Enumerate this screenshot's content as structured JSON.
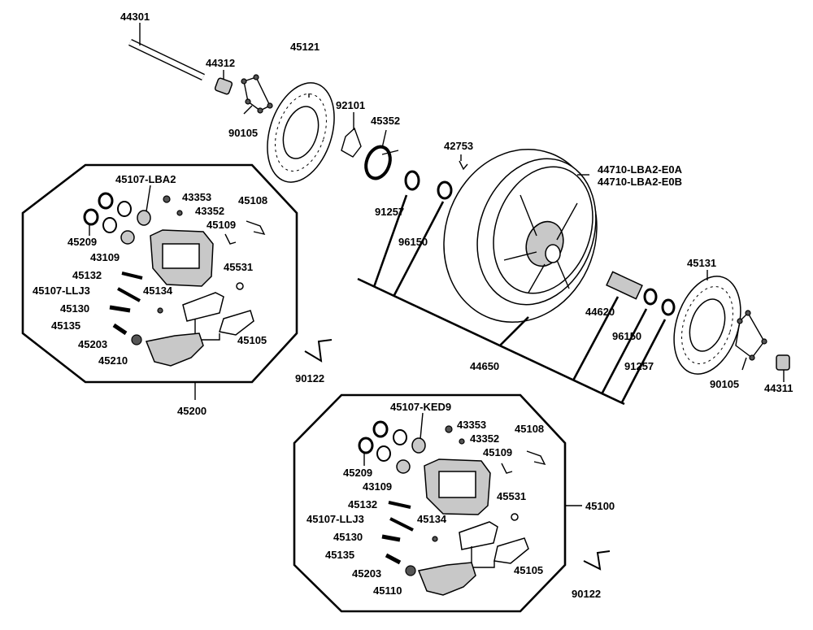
{
  "labels": [
    {
      "id": "44301",
      "text": "44301"
    },
    {
      "id": "44312",
      "text": "44312"
    },
    {
      "id": "45121",
      "text": "45121"
    },
    {
      "id": "90105a",
      "text": "90105"
    },
    {
      "id": "92101",
      "text": "92101"
    },
    {
      "id": "45352",
      "text": "45352"
    },
    {
      "id": "42753",
      "text": "42753"
    },
    {
      "id": "44710a",
      "text": "44710-LBA2-E0A"
    },
    {
      "id": "44710b",
      "text": "44710-LBA2-E0B"
    },
    {
      "id": "91257a",
      "text": "91257"
    },
    {
      "id": "96150a",
      "text": "96150"
    },
    {
      "id": "45131",
      "text": "45131"
    },
    {
      "id": "44620",
      "text": "44620"
    },
    {
      "id": "96150b",
      "text": "96150"
    },
    {
      "id": "91257b",
      "text": "91257"
    },
    {
      "id": "90105b",
      "text": "90105"
    },
    {
      "id": "44311",
      "text": "44311"
    },
    {
      "id": "44650",
      "text": "44650"
    },
    {
      "id": "90122a",
      "text": "90122"
    },
    {
      "id": "90122b",
      "text": "90122"
    },
    {
      "id": "45200",
      "text": "45200"
    },
    {
      "id": "45100",
      "text": "45100"
    },
    {
      "id": "L_45107",
      "text": "45107-LBA2"
    },
    {
      "id": "L_43353",
      "text": "43353"
    },
    {
      "id": "L_43352",
      "text": "43352"
    },
    {
      "id": "L_45108",
      "text": "45108"
    },
    {
      "id": "L_45109",
      "text": "45109"
    },
    {
      "id": "L_45209",
      "text": "45209"
    },
    {
      "id": "L_43109",
      "text": "43109"
    },
    {
      "id": "L_45531",
      "text": "45531"
    },
    {
      "id": "L_45132",
      "text": "45132"
    },
    {
      "id": "L_45107L",
      "text": "45107-LLJ3"
    },
    {
      "id": "L_45134",
      "text": "45134"
    },
    {
      "id": "L_45130",
      "text": "45130"
    },
    {
      "id": "L_45135",
      "text": "45135"
    },
    {
      "id": "L_45105",
      "text": "45105"
    },
    {
      "id": "L_45203",
      "text": "45203"
    },
    {
      "id": "L_45210",
      "text": "45210"
    },
    {
      "id": "B_45107",
      "text": "45107-KED9"
    },
    {
      "id": "B_43353",
      "text": "43353"
    },
    {
      "id": "B_43352",
      "text": "43352"
    },
    {
      "id": "B_45108",
      "text": "45108"
    },
    {
      "id": "B_45109",
      "text": "45109"
    },
    {
      "id": "B_45209",
      "text": "45209"
    },
    {
      "id": "B_43109",
      "text": "43109"
    },
    {
      "id": "B_45531",
      "text": "45531"
    },
    {
      "id": "B_45132",
      "text": "45132"
    },
    {
      "id": "B_45107L",
      "text": "45107-LLJ3"
    },
    {
      "id": "B_45134",
      "text": "45134"
    },
    {
      "id": "B_45130",
      "text": "45130"
    },
    {
      "id": "B_45135",
      "text": "45135"
    },
    {
      "id": "B_45105",
      "text": "45105"
    },
    {
      "id": "B_45203",
      "text": "45203"
    },
    {
      "id": "B_45110",
      "text": "45110"
    }
  ]
}
